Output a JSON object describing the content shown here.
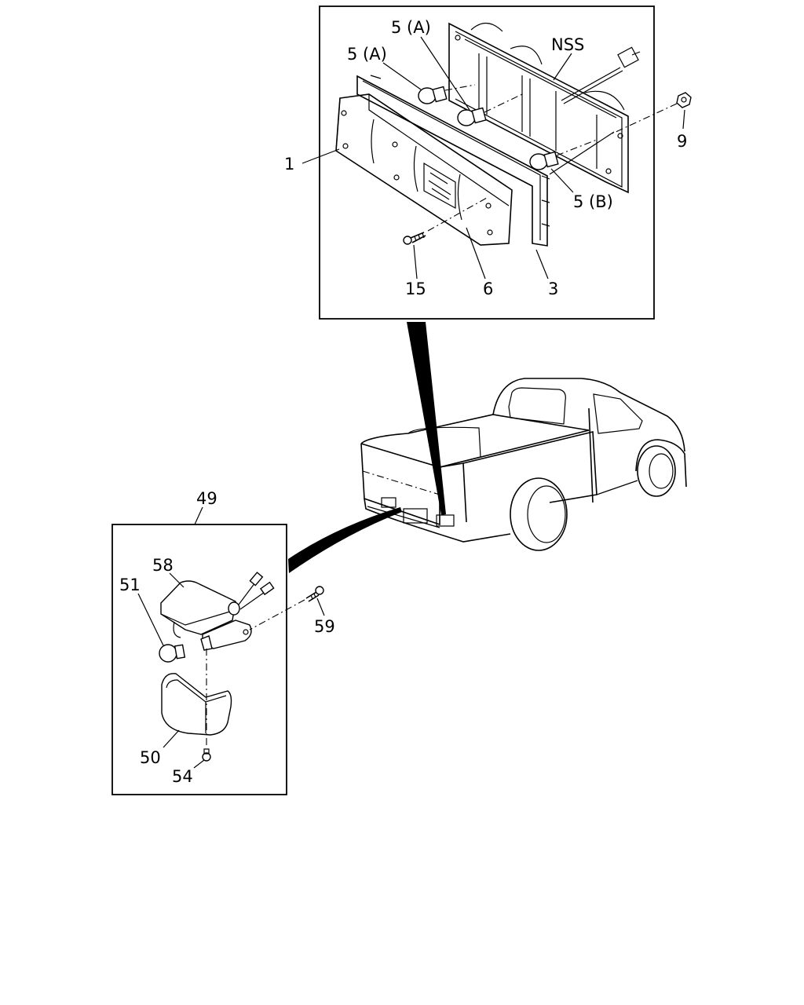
{
  "callouts": {
    "c1": "1",
    "c3": "3",
    "c5a_top": "5 (A)",
    "c5a_left": "5 (A)",
    "c5b": "5 (B)",
    "c6": "6",
    "c9": "9",
    "c15": "15",
    "nss": "NSS",
    "c49": "49",
    "c50": "50",
    "c51": "51",
    "c54": "54",
    "c58": "58",
    "c59": "59"
  }
}
